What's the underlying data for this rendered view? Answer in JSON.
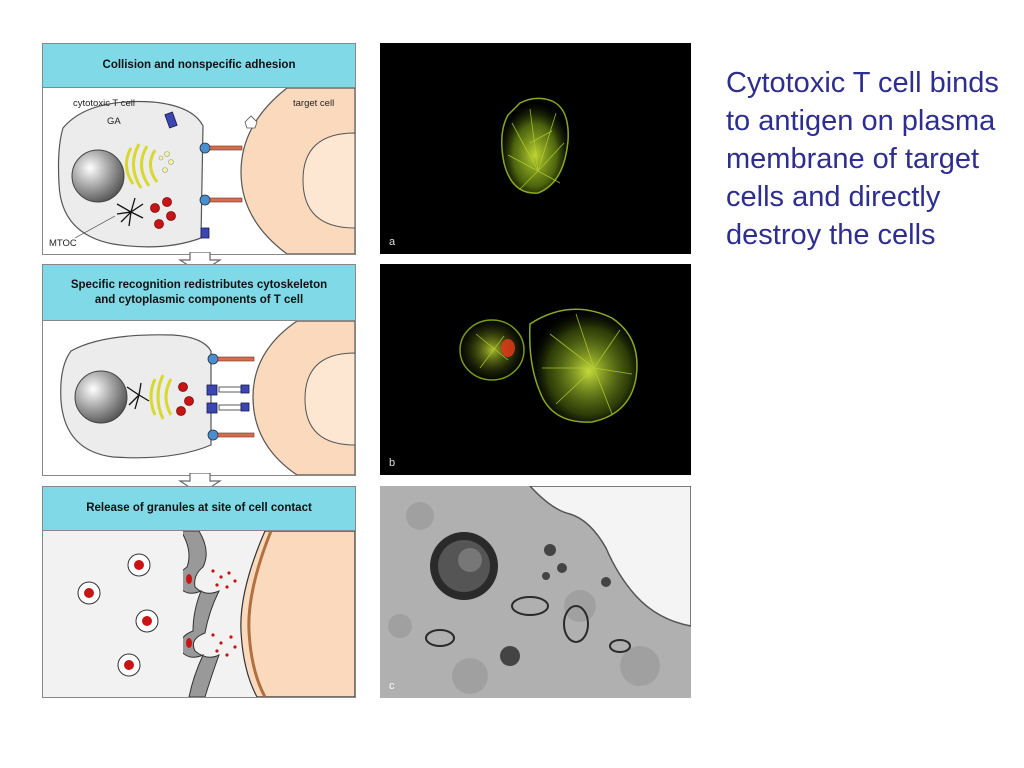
{
  "diagram": {
    "panel1": {
      "header": "Collision and nonspecific adhesion",
      "labels": {
        "cytotoxic_t_cell": "cytotoxic T cell",
        "target_cell": "target cell",
        "ga": "GA",
        "mtoc": "MTOC"
      }
    },
    "panel2": {
      "header_line1": "Specific recognition redistributes cytoskeleton",
      "header_line2": "and cytoplasmic components of T cell"
    },
    "panel3": {
      "header": "Release of granules at site of cell contact"
    }
  },
  "micrographs": {
    "a": "a",
    "b": "b",
    "c": "c"
  },
  "caption": "Cytotoxic T cell binds to antigen on plasma membrane of target cells and directly destroy the cells",
  "colors": {
    "header_bg": "#7fd9e6",
    "cell_gray": "#ececec",
    "target_cell": "#fbd9bd",
    "golgi": "#e8e84a",
    "granule": "#c81414",
    "caption_text": "#2e2e8f"
  }
}
